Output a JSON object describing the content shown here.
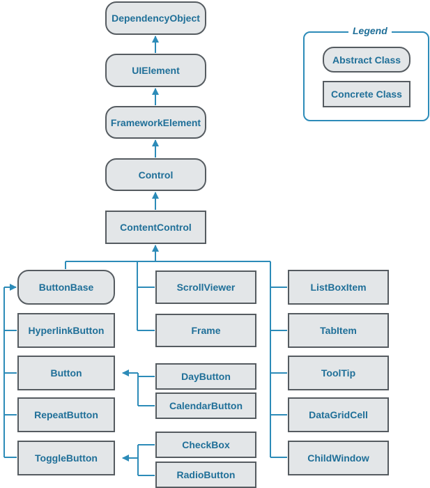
{
  "legend": {
    "title": "Legend",
    "abstract_label": "Abstract Class",
    "concrete_label": "Concrete Class"
  },
  "colors": {
    "line": "#2c8bb8",
    "text": "#1f6f98",
    "box_fill": "#e3e6e8",
    "box_border": "#555b60"
  },
  "classes": {
    "dependency_object": "DependencyObject",
    "ui_element": "UIElement",
    "framework_element": "FrameworkElement",
    "control": "Control",
    "content_control": "ContentControl",
    "button_base": "ButtonBase",
    "hyperlink_button": "HyperlinkButton",
    "button": "Button",
    "repeat_button": "RepeatButton",
    "toggle_button": "ToggleButton",
    "scroll_viewer": "ScrollViewer",
    "frame": "Frame",
    "day_button": "DayButton",
    "calendar_button": "CalendarButton",
    "check_box": "CheckBox",
    "radio_button": "RadioButton",
    "list_box_item": "ListBoxItem",
    "tab_item": "TabItem",
    "tool_tip": "ToolTip",
    "data_grid_cell": "DataGridCell",
    "child_window": "ChildWindow"
  }
}
